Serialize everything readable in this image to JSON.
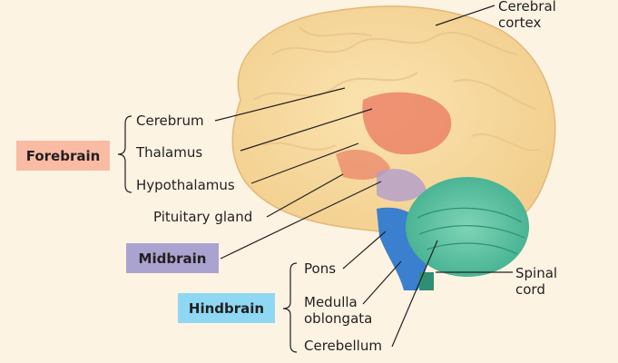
{
  "title": "Major regions of the brain",
  "regions": {
    "forebrain": {
      "label": "Forebrain",
      "color": "#f9bba4",
      "parts": [
        "Cerebrum",
        "Thalamus",
        "Hypothalamus"
      ]
    },
    "midbrain": {
      "label": "Midbrain",
      "color": "#aba3cf"
    },
    "hindbrain": {
      "label": "Hindbrain",
      "color": "#8fd8f4",
      "parts": [
        "Pons",
        "Medulla oblongata",
        "Cerebellum"
      ]
    }
  },
  "labels": {
    "cerebral_cortex_1": "Cerebral",
    "cerebral_cortex_2": "cortex",
    "cerebrum": "Cerebrum",
    "thalamus": "Thalamus",
    "hypothalamus": "Hypothalamus",
    "pituitary": "Pituitary gland",
    "pons": "Pons",
    "medulla_1": "Medulla",
    "medulla_2": "oblongata",
    "cerebellum": "Cerebellum",
    "spinal_1": "Spinal",
    "spinal_2": "cord"
  }
}
